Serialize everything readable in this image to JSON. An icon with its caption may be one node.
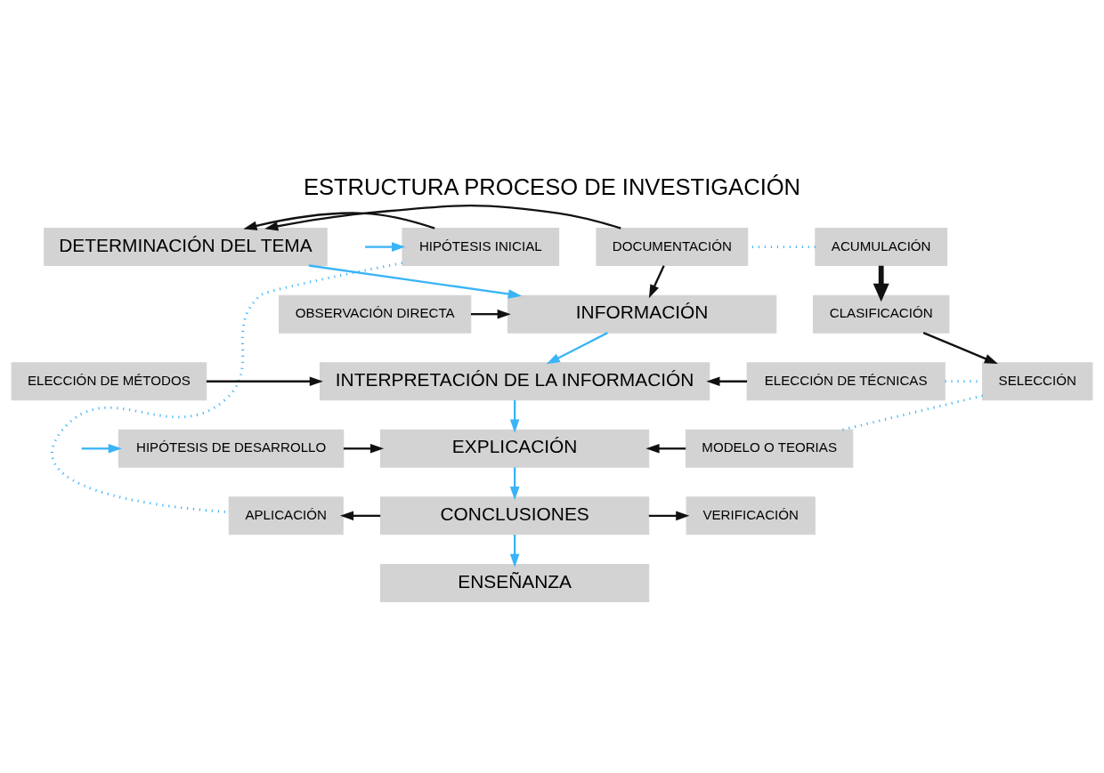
{
  "diagram": {
    "title": "ESTRUCTURA PROCESO DE INVESTIGACIÓN",
    "nodes": [
      {
        "text": [
          "ACUMULACIÓN"
        ]
      },
      {
        "text": [
          "HIPÓTESIS INICIAL"
        ]
      },
      {
        "text": [
          "DETERMINACIÓN DEL TEMA"
        ]
      },
      {
        "text": [
          "DOCUMENTACIÓN"
        ]
      },
      {
        "text": [
          "CLASIFICACIÓN"
        ]
      },
      {
        "text": [
          "OBSERVACIÓN DIRECTA"
        ]
      },
      {
        "text": [
          "INFORMACIÓN"
        ]
      },
      {
        "text": [
          "ELECCIÓN DE MÉTODOS"
        ]
      },
      {
        "text": [
          "INTERPRETACIÓN DE LA INFORMACIÓN"
        ]
      },
      {
        "text": [
          "ELECCIÓN DE TÉCNICAS"
        ]
      },
      {
        "text": [
          "SELECCIÓN"
        ]
      },
      {
        "text": [
          "HIPÓTESIS DE DESARROLLO"
        ]
      },
      {
        "text": [
          "EXPLICACIÓN"
        ]
      },
      {
        "text": [
          "MODELO O TEORIAS"
        ]
      },
      {
        "text": [
          "APLICACIÓN"
        ]
      },
      {
        "text": [
          "CONCLUSIONES"
        ]
      },
      {
        "text": [
          "VERIFICACIÓN"
        ]
      },
      {
        "text": [
          "ENSEÑANZA"
        ]
      }
    ],
    "edges": [
      {
        "from": 2,
        "to": 6,
        "arrow": "to",
        "color": "#3ab4f7"
      },
      {
        "from": 6,
        "to": 8,
        "arrow": "to",
        "color": "#3ab4f7"
      },
      {
        "from": 8,
        "to": 12,
        "arrow": "to",
        "color": "#3ab4f7"
      },
      {
        "from": 12,
        "to": 15,
        "arrow": "to",
        "color": "#3ab4f7"
      },
      {
        "from": 15,
        "to": 17,
        "arrow": "to",
        "color": "#3ab4f7"
      },
      {
        "from": 1,
        "to": 2,
        "arrow": "to"
      },
      {
        "from": 5,
        "to": 6,
        "arrow": "to"
      },
      {
        "from": 7,
        "to": 8,
        "arrow": "to"
      },
      {
        "from": 11,
        "to": 12,
        "arrow": "to"
      },
      {
        "from": 15,
        "to": 14,
        "arrow": "to"
      },
      {
        "from": 15,
        "to": 16,
        "arrow": "to"
      },
      {
        "from": 3,
        "to": 2,
        "arrow": "to"
      },
      {
        "from": 3,
        "to": 6,
        "arrow": "to"
      },
      {
        "from": 0,
        "to": 4,
        "arrow": "to",
        "style": "thick"
      },
      {
        "from": 4,
        "to": 10,
        "arrow": "to"
      },
      {
        "from": 9,
        "to": 8,
        "arrow": "to"
      },
      {
        "from": 13,
        "to": 12,
        "arrow": "to"
      },
      {
        "from": 0,
        "to": 3,
        "arrow": "none",
        "style": "dashed",
        "color": "#3ab4f7"
      },
      {
        "from": 9,
        "to": 10,
        "arrow": "none",
        "style": "dashed",
        "color": "#3ab4f7"
      },
      {
        "from": 10,
        "to": 13,
        "arrow": "none",
        "style": "dashed",
        "color": "#3ab4f7"
      },
      {
        "from": 1,
        "to": 14,
        "arrow": "none",
        "style": "dashed",
        "color": "#3ab4f7"
      },
      {
        "from": null,
        "to": 1,
        "arrow": "to",
        "color": "#3ab4f7"
      },
      {
        "from": null,
        "to": 11,
        "arrow": "to",
        "color": "#3ab4f7"
      }
    ]
  }
}
